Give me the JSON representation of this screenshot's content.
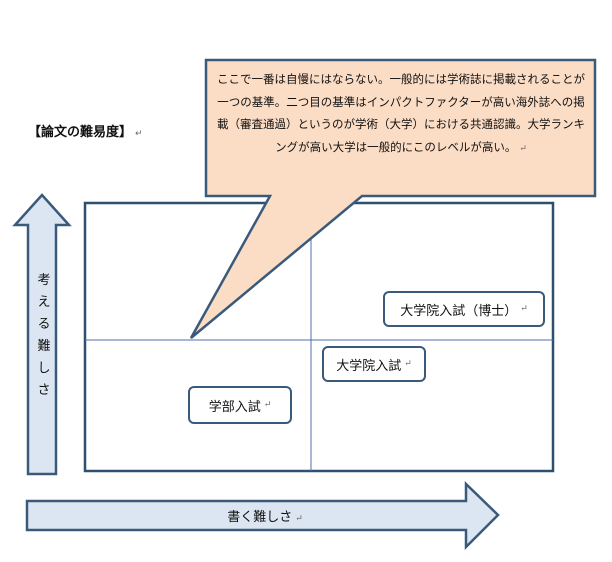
{
  "heading": "【論文の難易度】",
  "return_mark": "↵",
  "callout": {
    "text": "ここで一番は自慢にはならない。一般的には学術誌に掲載されることが一つの基準。二つ目の基準はインパクトファクターが高い海外誌への掲載（審査通過）というのが学術（大学）における共通認識。大学ランキングが高い大学は一般的にこのレベルが高い。",
    "colors": {
      "fill": "#fbdcc5",
      "border": "#3a5a7c"
    }
  },
  "boxes": [
    {
      "label": "大学院入試（博士）"
    },
    {
      "label": "大学院入試"
    },
    {
      "label": "学部入試"
    }
  ],
  "axes": {
    "vertical_label": "考える難しさ",
    "horizontal_label": "書く難しさ",
    "colors": {
      "arrow_fill": "#dce6f2",
      "arrow_border": "#3a5a7c",
      "grid_line": "#4f6fa8"
    }
  }
}
